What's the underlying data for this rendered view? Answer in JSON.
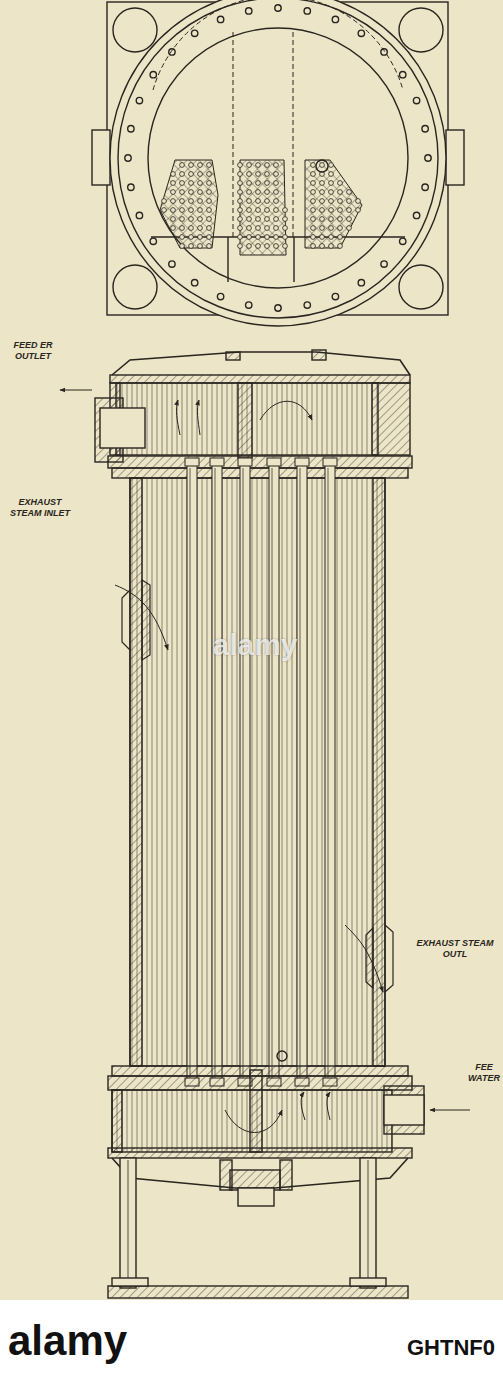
{
  "diagram": {
    "labels": [
      "FEED ER OUTLET",
      "EXHAUST STEAM INLET",
      "EXHAUST STEAM OUTL",
      "FEE WATER",
      "alamy",
      "alamy",
      "GHTNF0"
    ]
  }
}
